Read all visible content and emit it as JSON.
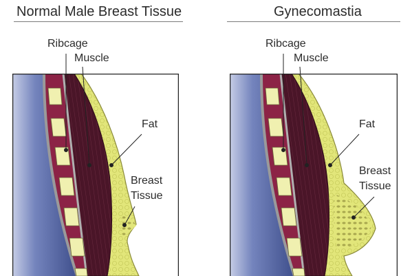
{
  "left_panel": {
    "title": "Normal Male Breast Tissue",
    "labels": {
      "ribcage": "Ribcage",
      "muscle": "Muscle",
      "fat": "Fat",
      "breast_tissue_line1": "Breast",
      "breast_tissue_line2": "Tissue"
    }
  },
  "right_panel": {
    "title": "Gynecomastia",
    "labels": {
      "ribcage": "Ribcage",
      "muscle": "Muscle",
      "fat": "Fat",
      "breast_tissue_line1": "Breast",
      "breast_tissue_line2": "Tissue"
    }
  },
  "colors": {
    "body_blue": "#3f4f8c",
    "body_blue_light": "#c6cde6",
    "rib_bone": "#8c2346",
    "rib_cartilage": "#f0f0b0",
    "muscle": "#4a1528",
    "fat": "#e2e67a",
    "breast_tissue": "#a9a84e"
  }
}
